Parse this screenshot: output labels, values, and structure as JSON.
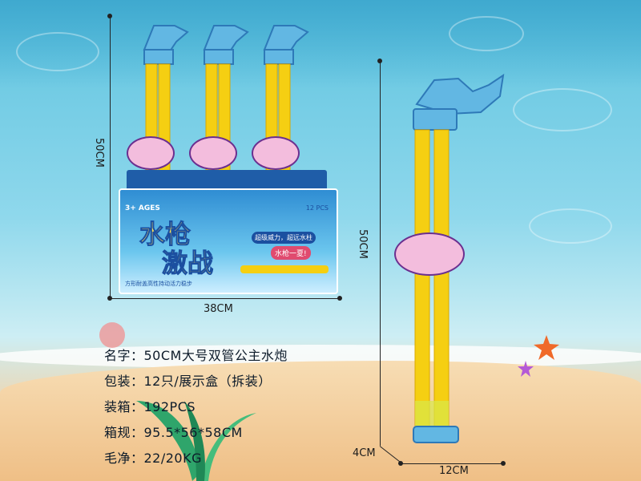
{
  "product": {
    "box_label_ages": "3+ AGES",
    "box_label_pcs": "12 PCS",
    "box_title_1": "水枪",
    "box_title_2": "激战",
    "box_bubble_1": "超级威力，超远水柱",
    "box_bubble_2": "水枪一夏!",
    "box_footer": "方形耐盖高性持动活力稳步"
  },
  "dimensions": {
    "display_height": "50CM",
    "display_width": "38CM",
    "item_height": "50CM",
    "item_depth": "4CM",
    "item_width": "12CM"
  },
  "specs": {
    "name": "名字：50CM大号双管公主水炮",
    "packing": "包装：12只/展示盒（拆装）",
    "carton_qty": "装箱：192PCS",
    "carton_size": "箱规：95.5*56*58CM",
    "weight": "毛净：22/20KG"
  },
  "colors": {
    "tube_yellow": "#f5cf12",
    "head_blue": "#62b7e3",
    "box_blue": "#2f8dd3"
  }
}
